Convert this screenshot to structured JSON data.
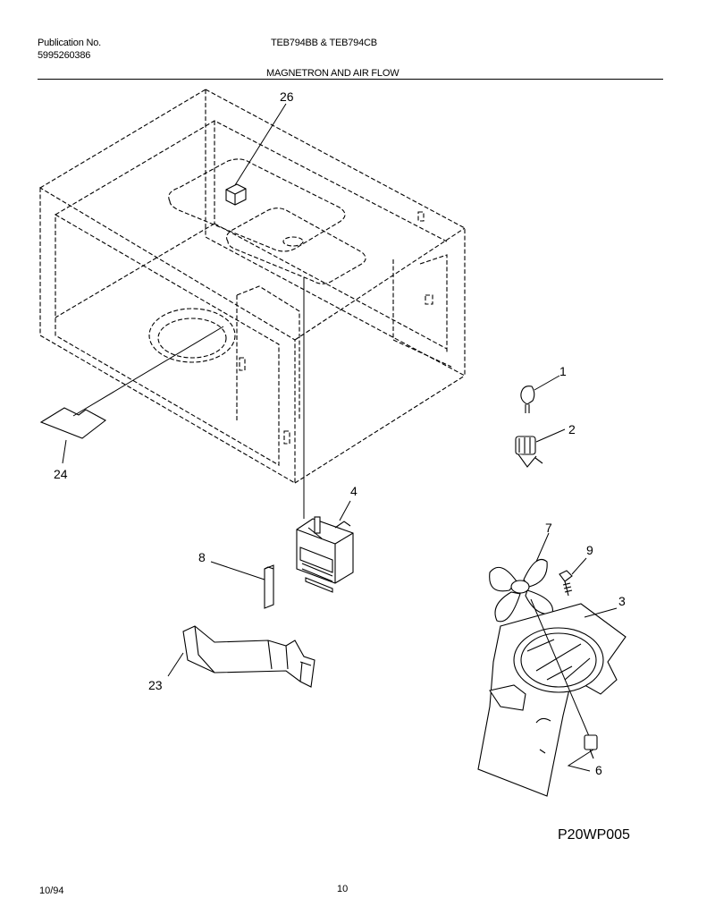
{
  "header": {
    "publication_label": "Publication No.",
    "publication_number": "5995260386",
    "models": "TEB794BB & TEB794CB",
    "section_title": "MAGNETRON AND AIR FLOW"
  },
  "callouts": {
    "c1": "1",
    "c2": "2",
    "c3": "3",
    "c4": "4",
    "c6": "6",
    "c7": "7",
    "c8": "8",
    "c9": "9",
    "c23": "23",
    "c24": "24",
    "c26": "26"
  },
  "figure_code": "P20WP005",
  "footer": {
    "date": "10/94",
    "page": "10"
  }
}
